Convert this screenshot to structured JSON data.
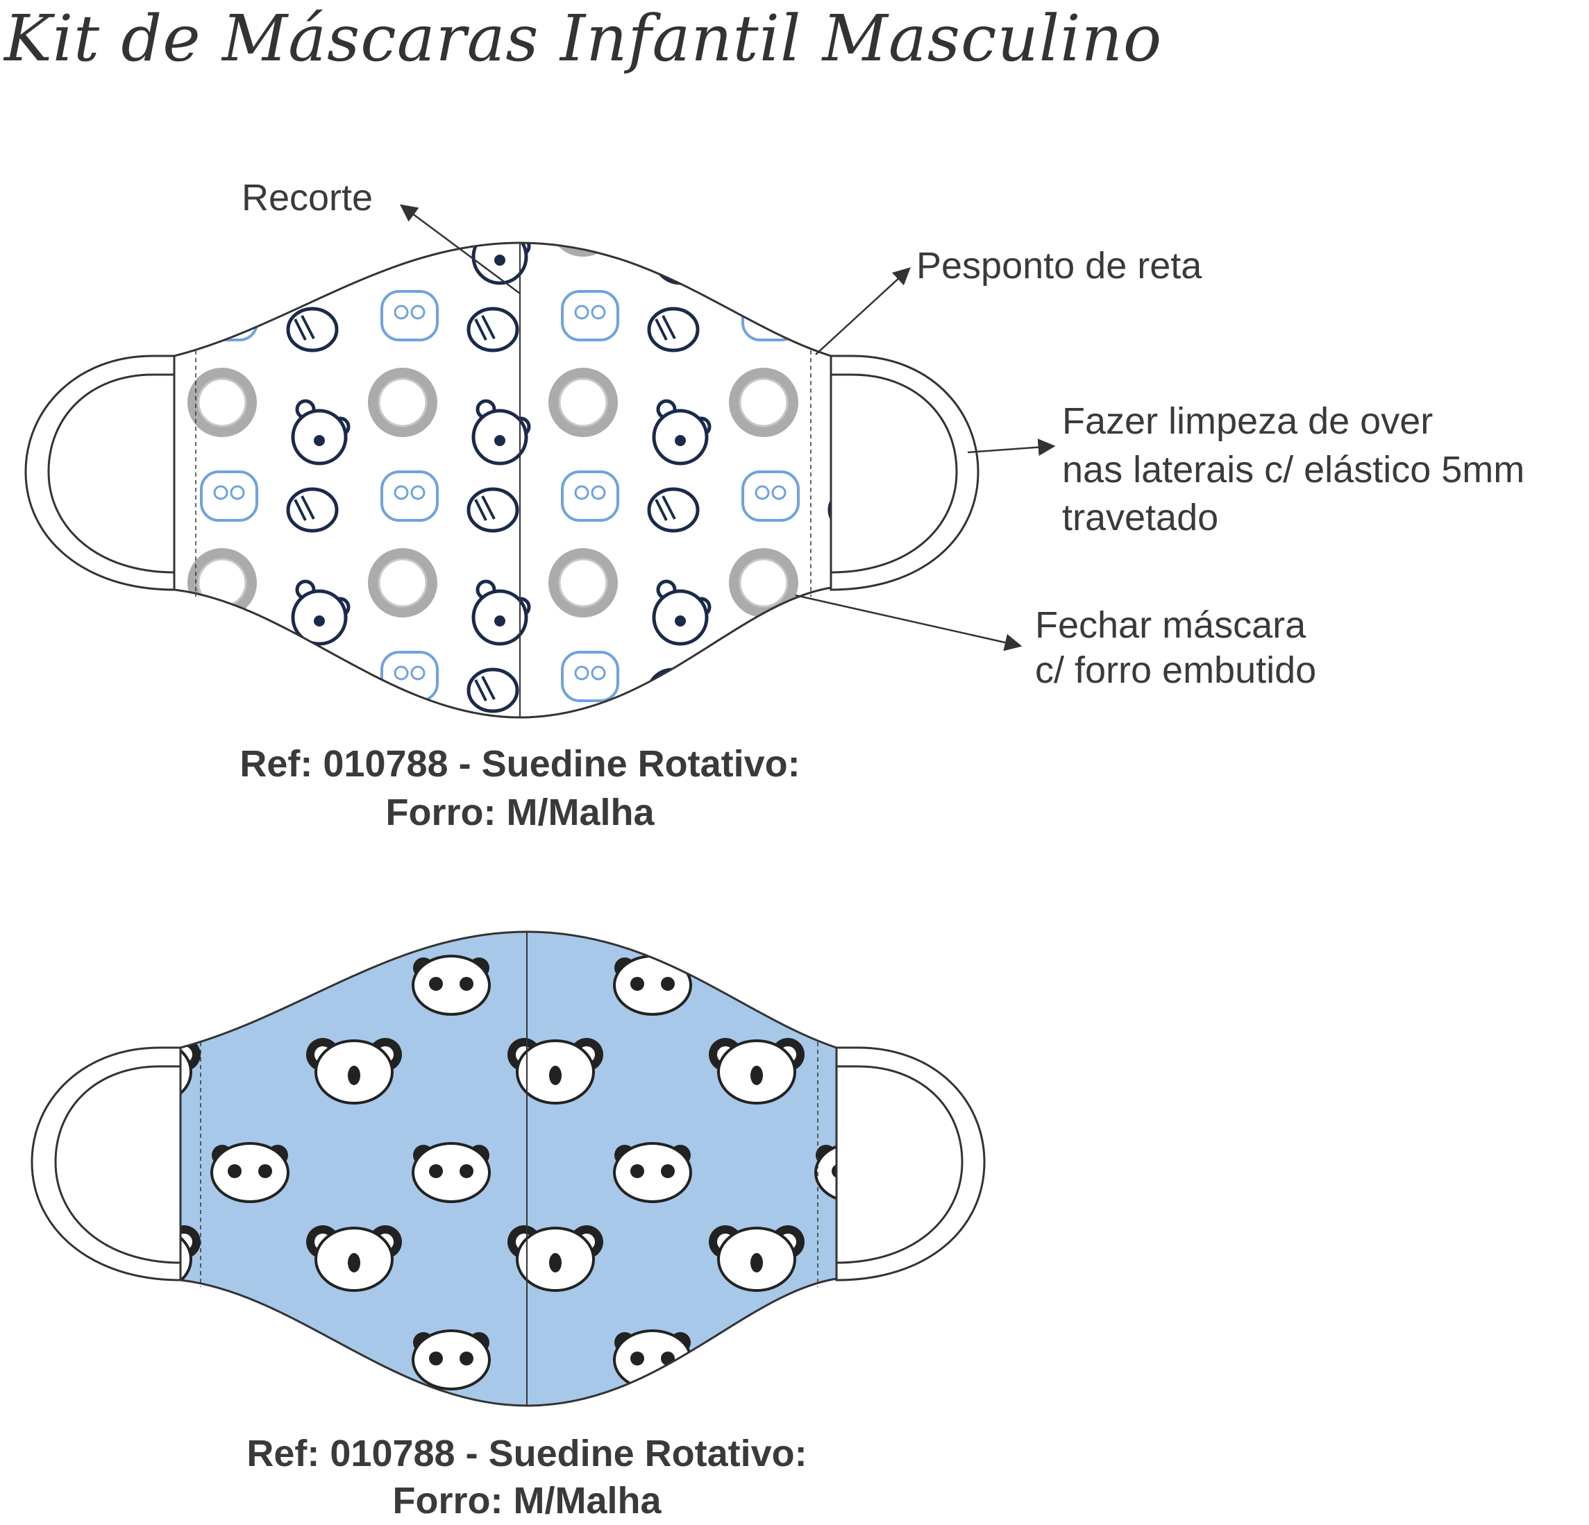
{
  "title": "Kit de Máscaras Infantil Masculino",
  "annotations": {
    "recorte": "Recorte",
    "pesponto": "Pesponto de reta",
    "limpeza": [
      "Fazer limpeza de over",
      "nas laterais c/ elástico 5mm",
      "travetado"
    ],
    "fechar": [
      "Fechar máscara",
      "c/ forro embutido"
    ]
  },
  "masks": [
    {
      "ref_line1": "Ref: 010788 - Suedine Rotativo:",
      "ref_line2": "Forro: M/Malha",
      "print": "animal-heads-white",
      "colors": {
        "base": "#ffffff",
        "navy": "#1b2a4a",
        "blue": "#6fa3dc",
        "gray": "#a9abad"
      }
    },
    {
      "ref_line1": "Ref: 010788 - Suedine Rotativo:",
      "ref_line2": "Forro: M/Malha",
      "print": "panda-koala-blue",
      "colors": {
        "base": "#a7c8e8",
        "ink": "#222222",
        "face": "#ffffff"
      }
    }
  ]
}
